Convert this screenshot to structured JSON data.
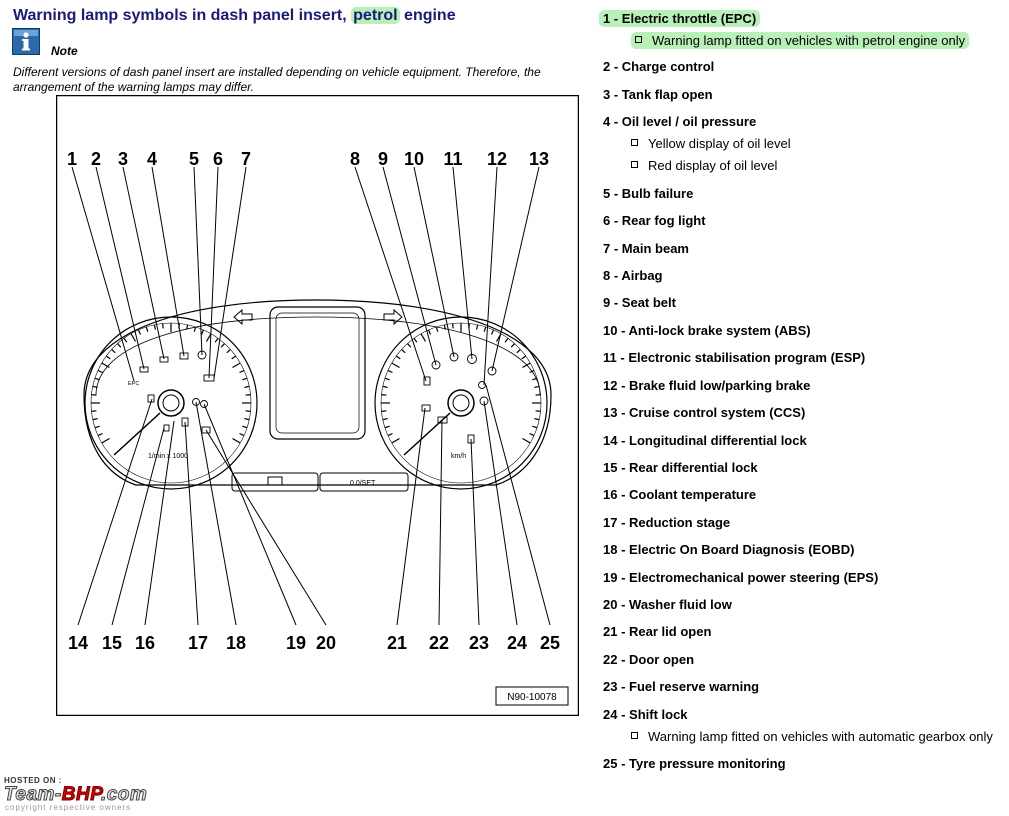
{
  "header": {
    "title_prefix": "Warning lamp symbols in dash panel insert, ",
    "title_highlight": "petrol",
    "title_suffix": " engine",
    "note_label": "Note",
    "note_text": "Different versions of dash panel insert are installed depending on vehicle equipment. Therefore, the arrangement of the warning lamps may differ."
  },
  "diagram": {
    "top_callouts": [
      "1",
      "2",
      "3",
      "4",
      "5",
      "6",
      "7",
      "8",
      "9",
      "10",
      "11",
      "12",
      "13"
    ],
    "bottom_callouts": [
      "14",
      "15",
      "16",
      "17",
      "18",
      "19",
      "20",
      "21",
      "22",
      "23",
      "24",
      "25"
    ],
    "figure_code": "N90-10078",
    "tacho_unit": "1/min x 1000",
    "speedo_unit": "km/h",
    "epc_text": "EPC",
    "button_right": "0.0/SET"
  },
  "legend": [
    {
      "num": "1",
      "label": "Electric throttle (EPC)",
      "highlight": true
    },
    {
      "sub": "Warning lamp fitted on vehicles with petrol engine only",
      "highlight": true
    },
    {
      "num": "2",
      "label": "Charge control"
    },
    {
      "num": "3",
      "label": "Tank flap open"
    },
    {
      "num": "4",
      "label": "Oil level / oil pressure"
    },
    {
      "sub": "Yellow display of oil level"
    },
    {
      "sub": "Red display of oil level"
    },
    {
      "num": "5",
      "label": "Bulb failure"
    },
    {
      "num": "6",
      "label": "Rear fog light"
    },
    {
      "num": "7",
      "label": "Main beam"
    },
    {
      "num": "8",
      "label": "Airbag"
    },
    {
      "num": "9",
      "label": "Seat belt"
    },
    {
      "num": "10",
      "label": "Anti-lock brake system (ABS)"
    },
    {
      "num": "11",
      "label": "Electronic stabilisation program (ESP)"
    },
    {
      "num": "12",
      "label": "Brake fluid low/parking brake"
    },
    {
      "num": "13",
      "label": "Cruise control system (CCS)"
    },
    {
      "num": "14",
      "label": "Longitudinal differential lock"
    },
    {
      "num": "15",
      "label": "Rear differential lock"
    },
    {
      "num": "16",
      "label": "Coolant temperature"
    },
    {
      "num": "17",
      "label": "Reduction stage"
    },
    {
      "num": "18",
      "label": "Electric On Board Diagnosis (EOBD)"
    },
    {
      "num": "19",
      "label": "Electromechanical power steering (EPS)"
    },
    {
      "num": "20",
      "label": "Washer fluid low"
    },
    {
      "num": "21",
      "label": "Rear lid open"
    },
    {
      "num": "22",
      "label": "Door open"
    },
    {
      "num": "23",
      "label": "Fuel reserve warning"
    },
    {
      "num": "24",
      "label": "Shift lock"
    },
    {
      "sub": "Warning lamp fitted on vehicles with automatic gearbox only"
    },
    {
      "num": "25",
      "label": "Tyre pressure monitoring"
    }
  ],
  "watermark": {
    "hosted": "HOSTED ON :",
    "brand_a": "Team-",
    "brand_b": "BHP",
    "brand_c": ".com",
    "copy": "copyright respective owners"
  },
  "colors": {
    "title": "#1a1a7a",
    "highlight": "#b8f0b8",
    "info_icon": "#2b6aa8"
  }
}
